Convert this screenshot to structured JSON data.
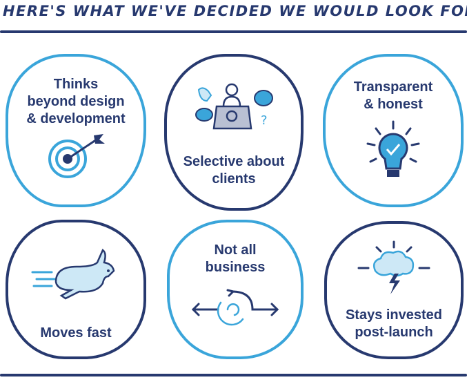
{
  "header": {
    "title": "Here's what we've decided we would look for"
  },
  "cards": [
    {
      "label": "Thinks\nbeyond design\n& development",
      "icon": "target-icon"
    },
    {
      "label": "Selective about\nclients",
      "icon": "meeting-icon"
    },
    {
      "label": "Transparent\n& honest",
      "icon": "lightbulb-icon"
    },
    {
      "label": "Moves fast",
      "icon": "rabbit-icon"
    },
    {
      "label": "Not all\nbusiness",
      "icon": "cycle-arrows-icon"
    },
    {
      "label": "Stays invested\npost-launch",
      "icon": "storm-cloud-icon"
    }
  ],
  "colors": {
    "navy": "#27396f",
    "light_blue": "#3aa5da",
    "pale_blue": "#cde8f6"
  }
}
